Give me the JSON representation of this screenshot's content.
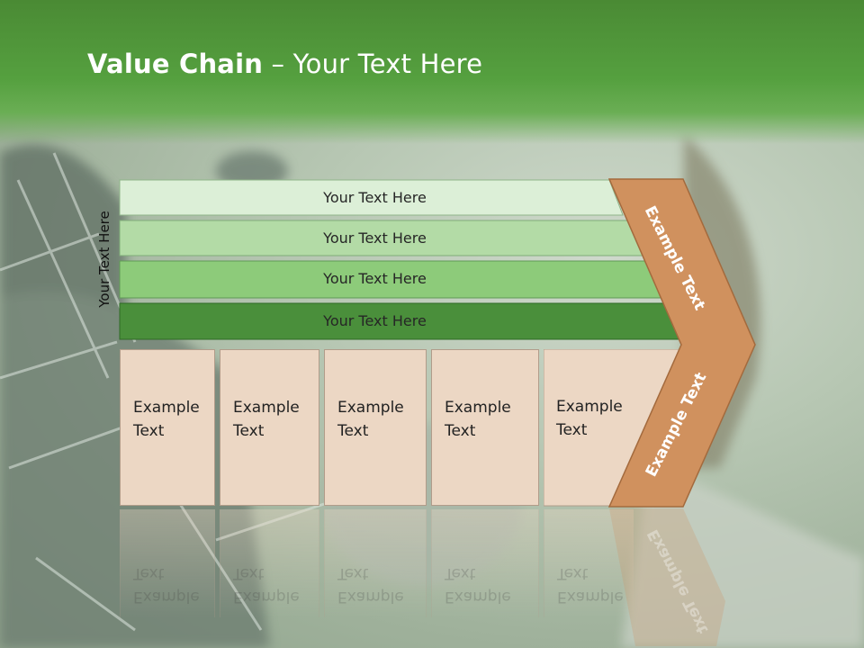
{
  "title": {
    "bold": "Value Chain",
    "rest": " – Your Text Here"
  },
  "side_label": "Your Text Here",
  "rows": [
    {
      "label": "Your Text Here",
      "fill": "#dcefd7"
    },
    {
      "label": "Your Text Here",
      "fill": "#b3dba6"
    },
    {
      "label": "Your Text Here",
      "fill": "#8dcb7a"
    },
    {
      "label": "Your Text Here",
      "fill": "#4a8f3b"
    }
  ],
  "cells": [
    "Example\nText",
    "Example\nText",
    "Example\nText",
    "Example\nText",
    "Example\nText"
  ],
  "chevron": {
    "top": "Example Text",
    "bottom": "Example Text",
    "fill": "#d0915e"
  }
}
